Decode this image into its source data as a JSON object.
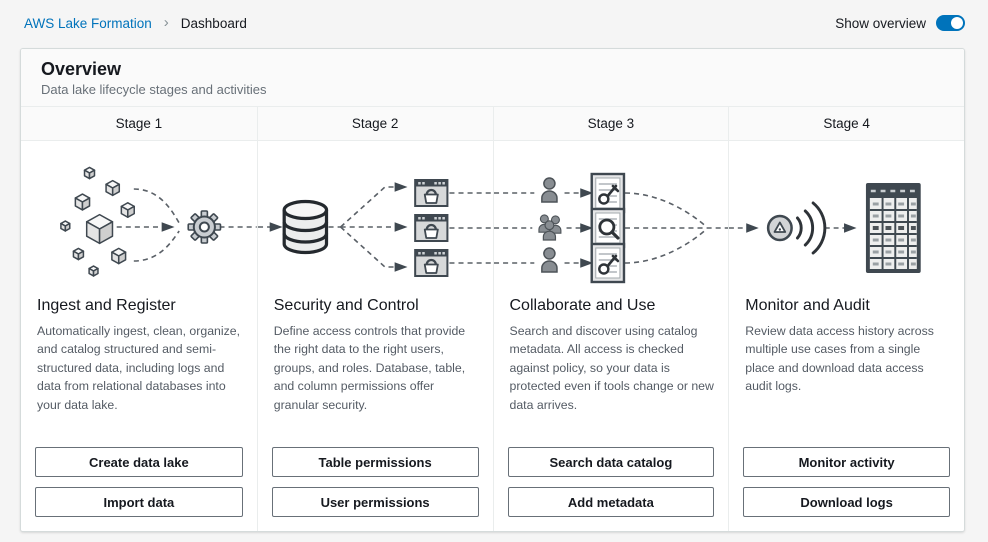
{
  "breadcrumb": {
    "link": "AWS Lake Formation",
    "separator": "›",
    "current": "Dashboard"
  },
  "header_controls": {
    "toggle_label": "Show overview",
    "toggle_state": "on"
  },
  "overview_panel": {
    "title": "Overview",
    "subtitle": "Data lake lifecycle stages and activities",
    "stages": [
      {
        "header": "Stage 1",
        "title": "Ingest and Register",
        "description": "Automatically ingest, clean, organize, and catalog structured and semi-structured data, including logs and data from relational databases into your data lake.",
        "buttons": [
          "Create data lake",
          "Import data"
        ],
        "illustration": "data-blocks-to-gear"
      },
      {
        "header": "Stage 2",
        "title": "Security and Control",
        "description": "Define access controls that provide the right data to the right users, groups, and roles. Database, table, and column permissions offer granular security.",
        "buttons": [
          "Table permissions",
          "User permissions"
        ],
        "illustration": "database-to-locked-tables"
      },
      {
        "header": "Stage 3",
        "title": "Collaborate and Use",
        "description": "Search and discover using catalog metadata. All access is checked against policy, so your data is protected even if tools change or new data arrives.",
        "buttons": [
          "Search data catalog",
          "Add metadata"
        ],
        "illustration": "users-to-catalog-access"
      },
      {
        "header": "Stage 4",
        "title": "Monitor and Audit",
        "description": "Review data access history across multiple use cases from a single place and download data access audit logs.",
        "buttons": [
          "Monitor activity",
          "Download logs"
        ],
        "illustration": "alerts-to-audit-log"
      }
    ]
  },
  "colors": {
    "link_blue": "#0073bb",
    "toggle_on": "#0073bb",
    "heading_text": "#16191f",
    "body_text": "#545b64",
    "panel_border": "#d5dbdb",
    "divider": "#eaeded",
    "stage_header_bg": "#fafafa",
    "button_border": "#687078"
  }
}
